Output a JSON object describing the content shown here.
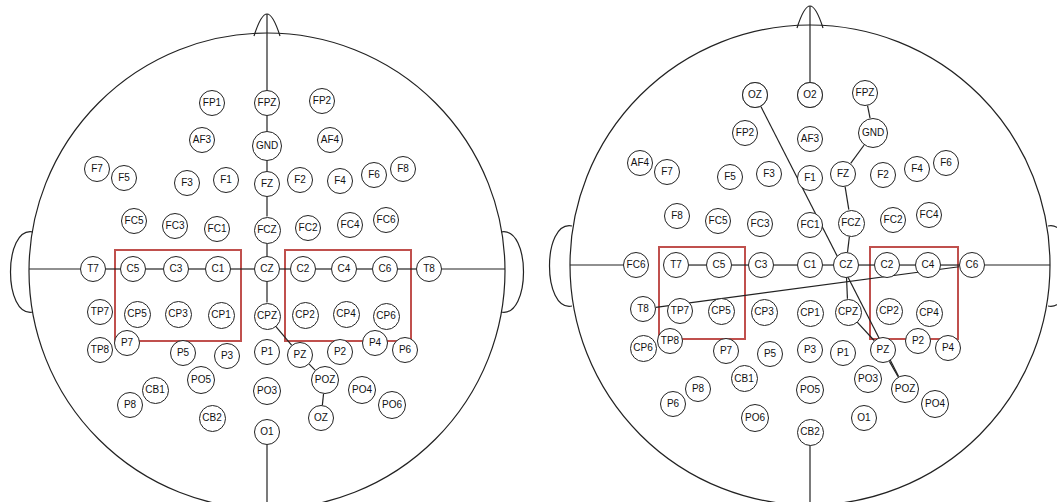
{
  "diagram": {
    "nodes": [
      {
        "text": [
          "FP1"
        ]
      },
      {
        "text": [
          "FPZ"
        ]
      },
      {
        "text": [
          "FP2"
        ]
      },
      {
        "text": [
          "AF3"
        ]
      },
      {
        "text": [
          "GND"
        ]
      },
      {
        "text": [
          "AF4"
        ]
      },
      {
        "text": [
          "F7"
        ]
      },
      {
        "text": [
          "F5"
        ]
      },
      {
        "text": [
          "F3"
        ]
      },
      {
        "text": [
          "F1"
        ]
      },
      {
        "text": [
          "FZ"
        ]
      },
      {
        "text": [
          "F2"
        ]
      },
      {
        "text": [
          "F4"
        ]
      },
      {
        "text": [
          "F6"
        ]
      },
      {
        "text": [
          "F8"
        ]
      },
      {
        "text": [
          "FC5"
        ]
      },
      {
        "text": [
          "FC3"
        ]
      },
      {
        "text": [
          "FC1"
        ]
      },
      {
        "text": [
          "FCZ"
        ]
      },
      {
        "text": [
          "FC2"
        ]
      },
      {
        "text": [
          "FC4"
        ]
      },
      {
        "text": [
          "FC6"
        ]
      },
      {
        "text": [
          "T7"
        ]
      },
      {
        "text": [
          "C5"
        ]
      },
      {
        "text": [
          "C3"
        ]
      },
      {
        "text": [
          "C1"
        ]
      },
      {
        "text": [
          "CZ"
        ]
      },
      {
        "text": [
          "C2"
        ]
      },
      {
        "text": [
          "C4"
        ]
      },
      {
        "text": [
          "C6"
        ]
      },
      {
        "text": [
          "T8"
        ]
      },
      {
        "text": [
          "TP7"
        ]
      },
      {
        "text": [
          "CP5"
        ]
      },
      {
        "text": [
          "CP3"
        ]
      },
      {
        "text": [
          "CP1"
        ]
      },
      {
        "text": [
          "CPZ"
        ]
      },
      {
        "text": [
          "CP2"
        ]
      },
      {
        "text": [
          "CP4"
        ]
      },
      {
        "text": [
          "CP6"
        ]
      },
      {
        "text": [
          "TP8"
        ]
      },
      {
        "text": [
          "P7"
        ]
      },
      {
        "text": [
          "P5"
        ]
      },
      {
        "text": [
          "P3"
        ]
      },
      {
        "text": [
          "P1"
        ]
      },
      {
        "text": [
          "PZ"
        ]
      },
      {
        "text": [
          "P2"
        ]
      },
      {
        "text": [
          "P4"
        ]
      },
      {
        "text": [
          "P6"
        ]
      },
      {
        "text": [
          "P8"
        ]
      },
      {
        "text": [
          "CB1"
        ]
      },
      {
        "text": [
          "PO5"
        ]
      },
      {
        "text": [
          "PO3"
        ]
      },
      {
        "text": [
          "POZ"
        ]
      },
      {
        "text": [
          "PO4"
        ]
      },
      {
        "text": [
          "PO6"
        ]
      },
      {
        "text": [
          "CB2"
        ]
      },
      {
        "text": [
          "O1"
        ]
      },
      {
        "text": [
          "OZ"
        ]
      },
      {
        "text": [
          "O2"
        ]
      },
      {
        "text": [
          "FP1"
        ]
      },
      {
        "text": [
          "FPZ"
        ]
      },
      {
        "text": [
          "FP2"
        ]
      },
      {
        "text": [
          "AF3"
        ]
      },
      {
        "text": [
          "GND"
        ]
      },
      {
        "text": [
          "AF4"
        ]
      },
      {
        "text": [
          "F7"
        ]
      },
      {
        "text": [
          "F5"
        ]
      },
      {
        "text": [
          "F3"
        ]
      },
      {
        "text": [
          "F1"
        ]
      },
      {
        "text": [
          "FZ"
        ]
      },
      {
        "text": [
          "F2"
        ]
      },
      {
        "text": [
          "F4"
        ]
      },
      {
        "text": [
          "F6"
        ]
      },
      {
        "text": [
          "F8"
        ]
      },
      {
        "text": [
          "FC5"
        ]
      },
      {
        "text": [
          "FC3"
        ]
      },
      {
        "text": [
          "FC1"
        ]
      },
      {
        "text": [
          "FCZ"
        ]
      },
      {
        "text": [
          "FC2"
        ]
      },
      {
        "text": [
          "FC4"
        ]
      },
      {
        "text": [
          "FC6"
        ]
      },
      {
        "text": [
          "T7"
        ]
      },
      {
        "text": [
          "C5"
        ]
      },
      {
        "text": [
          "C3"
        ]
      },
      {
        "text": [
          "C1"
        ]
      },
      {
        "text": [
          "CZ"
        ]
      },
      {
        "text": [
          "C2"
        ]
      },
      {
        "text": [
          "C4"
        ]
      },
      {
        "text": [
          "C6"
        ]
      },
      {
        "text": [
          "T8"
        ]
      },
      {
        "text": [
          "TP7"
        ]
      },
      {
        "text": [
          "CP5"
        ]
      },
      {
        "text": [
          "CP3"
        ]
      },
      {
        "text": [
          "CP1"
        ]
      },
      {
        "text": [
          "CPZ"
        ]
      },
      {
        "text": [
          "CP2"
        ]
      },
      {
        "text": [
          "CP4"
        ]
      },
      {
        "text": [
          "CP6"
        ]
      },
      {
        "text": [
          "TP8"
        ]
      },
      {
        "text": [
          "P7"
        ]
      },
      {
        "text": [
          "P5"
        ]
      },
      {
        "text": [
          "P3"
        ]
      },
      {
        "text": [
          "P1"
        ]
      },
      {
        "text": [
          "PZ"
        ]
      },
      {
        "text": [
          "P2"
        ]
      },
      {
        "text": [
          "P4"
        ]
      },
      {
        "text": [
          "P6"
        ]
      },
      {
        "text": [
          "P8"
        ]
      },
      {
        "text": [
          "CB1"
        ]
      },
      {
        "text": [
          "PO5"
        ]
      },
      {
        "text": [
          "PO3"
        ]
      },
      {
        "text": [
          "POZ"
        ]
      },
      {
        "text": [
          "PO4"
        ]
      },
      {
        "text": [
          "PO6"
        ]
      },
      {
        "text": [
          "CB2"
        ]
      },
      {
        "text": [
          "O1"
        ]
      },
      {
        "text": [
          "OZ"
        ]
      },
      {
        "text": [
          "O2"
        ]
      }
    ],
    "edges": [
      {
        "from": 22,
        "to": 23,
        "arrow": "none"
      },
      {
        "from": 23,
        "to": 24,
        "arrow": "none"
      },
      {
        "from": 24,
        "to": 25,
        "arrow": "none"
      },
      {
        "from": 25,
        "to": 26,
        "arrow": "none"
      },
      {
        "from": 26,
        "to": 27,
        "arrow": "none"
      },
      {
        "from": 27,
        "to": 28,
        "arrow": "none"
      },
      {
        "from": 28,
        "to": 29,
        "arrow": "none"
      },
      {
        "from": 29,
        "to": 30,
        "arrow": "none"
      },
      {
        "from": 1,
        "to": 4,
        "arrow": "none"
      },
      {
        "from": 4,
        "to": 10,
        "arrow": "none"
      },
      {
        "from": 10,
        "to": 18,
        "arrow": "none"
      },
      {
        "from": 18,
        "to": 26,
        "arrow": "none"
      },
      {
        "from": 26,
        "to": 35,
        "arrow": "none"
      },
      {
        "from": 35,
        "to": 44,
        "arrow": "none"
      },
      {
        "from": 44,
        "to": 52,
        "arrow": "none"
      },
      {
        "from": 52,
        "to": 57,
        "arrow": "none"
      },
      {
        "from": 81,
        "to": 82,
        "arrow": "none"
      },
      {
        "from": 82,
        "to": 83,
        "arrow": "none"
      },
      {
        "from": 83,
        "to": 84,
        "arrow": "none"
      },
      {
        "from": 84,
        "to": 85,
        "arrow": "none"
      },
      {
        "from": 85,
        "to": 86,
        "arrow": "none"
      },
      {
        "from": 86,
        "to": 87,
        "arrow": "none"
      },
      {
        "from": 87,
        "to": 88,
        "arrow": "none"
      },
      {
        "from": 88,
        "to": 89,
        "arrow": "none"
      },
      {
        "from": 60,
        "to": 63,
        "arrow": "none"
      },
      {
        "from": 63,
        "to": 69,
        "arrow": "none"
      },
      {
        "from": 69,
        "to": 77,
        "arrow": "none"
      },
      {
        "from": 77,
        "to": 85,
        "arrow": "none"
      },
      {
        "from": 85,
        "to": 94,
        "arrow": "none"
      },
      {
        "from": 94,
        "to": 103,
        "arrow": "none"
      },
      {
        "from": 103,
        "to": 111,
        "arrow": "none"
      },
      {
        "from": 111,
        "to": 116,
        "arrow": "none"
      }
    ]
  }
}
